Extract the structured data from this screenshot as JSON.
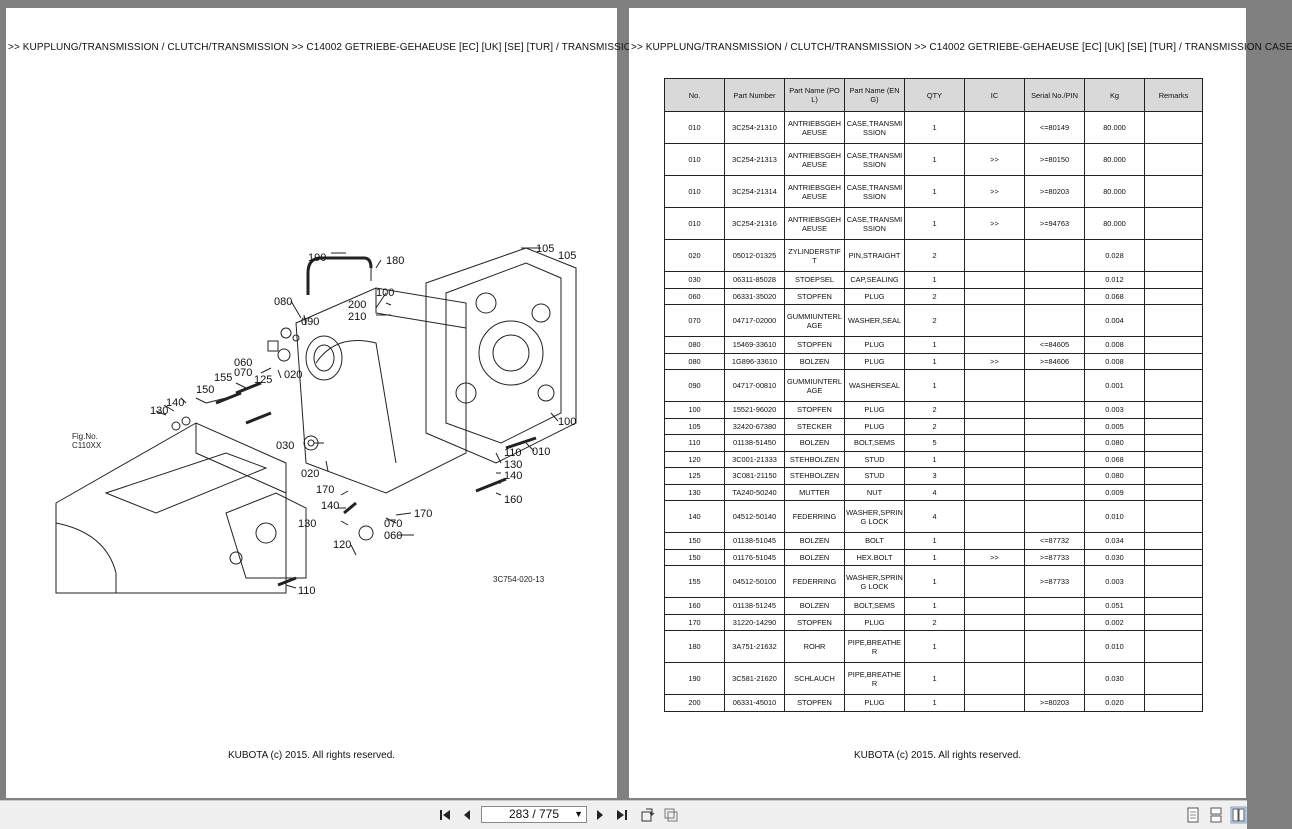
{
  "breadcrumb": ">> KUPPLUNG/TRANSMISSION / CLUTCH/TRANSMISSION >> C14002   GETRIEBE-GEHAEUSE [EC] [UK] [SE] [TUR] / TRANSMISSION CASE",
  "footer": "KUBOTA (c) 2015. All rights reserved.",
  "figure": {
    "fig_label": "Fig.No.",
    "fig_code": "C110XX",
    "drawing_code": "3C754-020-13",
    "callouts": [
      "190",
      "180",
      "105",
      "105",
      "080",
      "100",
      "200",
      "210",
      "090",
      "060",
      "070",
      "155",
      "125",
      "020",
      "150",
      "140",
      "130",
      "030",
      "020",
      "170",
      "140",
      "130",
      "120",
      "170",
      "070",
      "060",
      "110",
      "130",
      "140",
      "160",
      "010",
      "100",
      "110"
    ]
  },
  "table": {
    "headers": [
      "No.",
      "Part Number",
      "Part Name (POL)",
      "Part Name (ENG)",
      "QTY",
      "IC",
      "Serial No./PIN",
      "Kg",
      "Remarks"
    ],
    "rows": [
      {
        "no": "010",
        "part": "3C254-21310",
        "pol": "ANTRIEBSGEHAEUSE",
        "eng": "CASE,TRANSMISSION",
        "qty": "1",
        "ic": "",
        "serial": "<=80149",
        "kg": "80.000",
        "remarks": "",
        "tall": true
      },
      {
        "no": "010",
        "part": "3C254-21313",
        "pol": "ANTRIEBSGEHAEUSE",
        "eng": "CASE,TRANSMISSION",
        "qty": "1",
        "ic": ">>",
        "serial": ">=80150",
        "kg": "80.000",
        "remarks": "",
        "tall": true
      },
      {
        "no": "010",
        "part": "3C254-21314",
        "pol": "ANTRIEBSGEHAEUSE",
        "eng": "CASE,TRANSMISSION",
        "qty": "1",
        "ic": ">>",
        "serial": ">=80203",
        "kg": "80.000",
        "remarks": "",
        "tall": true
      },
      {
        "no": "010",
        "part": "3C254-21316",
        "pol": "ANTRIEBSGEHAEUSE",
        "eng": "CASE,TRANSMISSION",
        "qty": "1",
        "ic": ">>",
        "serial": ">=94763",
        "kg": "80.000",
        "remarks": "",
        "tall": true
      },
      {
        "no": "020",
        "part": "05012-01325",
        "pol": "ZYLINDERSTIFT",
        "eng": "PIN,STRAIGHT",
        "qty": "2",
        "ic": "",
        "serial": "",
        "kg": "0.028",
        "remarks": "",
        "tall": true
      },
      {
        "no": "030",
        "part": "06311-85028",
        "pol": "STOEPSEL",
        "eng": "CAP,SEALING",
        "qty": "1",
        "ic": "",
        "serial": "",
        "kg": "0.012",
        "remarks": "",
        "tall": false
      },
      {
        "no": "060",
        "part": "06331-35020",
        "pol": "STOPFEN",
        "eng": "PLUG",
        "qty": "2",
        "ic": "",
        "serial": "",
        "kg": "0.068",
        "remarks": "",
        "tall": false
      },
      {
        "no": "070",
        "part": "04717-02000",
        "pol": "GUMMIUNTERLAGE",
        "eng": "WASHER,SEAL",
        "qty": "2",
        "ic": "",
        "serial": "",
        "kg": "0.004",
        "remarks": "",
        "tall": true
      },
      {
        "no": "080",
        "part": "15469-33610",
        "pol": "STOPFEN",
        "eng": "PLUG",
        "qty": "1",
        "ic": "",
        "serial": "<=84605",
        "kg": "0.008",
        "remarks": "",
        "tall": false
      },
      {
        "no": "080",
        "part": "1G896-33610",
        "pol": "BOLZEN",
        "eng": "PLUG",
        "qty": "1",
        "ic": ">>",
        "serial": ">=84606",
        "kg": "0.008",
        "remarks": "",
        "tall": false
      },
      {
        "no": "090",
        "part": "04717-00810",
        "pol": "GUMMIUNTERLAGE",
        "eng": "WASHERSEAL",
        "qty": "1",
        "ic": "",
        "serial": "",
        "kg": "0.001",
        "remarks": "",
        "tall": true
      },
      {
        "no": "100",
        "part": "15521-96020",
        "pol": "STOPFEN",
        "eng": "PLUG",
        "qty": "2",
        "ic": "",
        "serial": "",
        "kg": "0.003",
        "remarks": "",
        "tall": false
      },
      {
        "no": "105",
        "part": "32420-67380",
        "pol": "STECKER",
        "eng": "PLUG",
        "qty": "2",
        "ic": "",
        "serial": "",
        "kg": "0.005",
        "remarks": "",
        "tall": false
      },
      {
        "no": "110",
        "part": "01138-51450",
        "pol": "BOLZEN",
        "eng": "BOLT,SEMS",
        "qty": "5",
        "ic": "",
        "serial": "",
        "kg": "0.080",
        "remarks": "",
        "tall": false
      },
      {
        "no": "120",
        "part": "3C001-21333",
        "pol": "STEHBOLZEN",
        "eng": "STUD",
        "qty": "1",
        "ic": "",
        "serial": "",
        "kg": "0.068",
        "remarks": "",
        "tall": false
      },
      {
        "no": "125",
        "part": "3C081-21150",
        "pol": "STEHBOLZEN",
        "eng": "STUD",
        "qty": "3",
        "ic": "",
        "serial": "",
        "kg": "0.080",
        "remarks": "",
        "tall": false
      },
      {
        "no": "130",
        "part": "TA240-50240",
        "pol": "MUTTER",
        "eng": "NUT",
        "qty": "4",
        "ic": "",
        "serial": "",
        "kg": "0.009",
        "remarks": "",
        "tall": false
      },
      {
        "no": "140",
        "part": "04512-50140",
        "pol": "FEDERRING",
        "eng": "WASHER,SPRING LOCK",
        "qty": "4",
        "ic": "",
        "serial": "",
        "kg": "0.010",
        "remarks": "",
        "tall": true
      },
      {
        "no": "150",
        "part": "01138-51045",
        "pol": "BOLZEN",
        "eng": "BOLT",
        "qty": "1",
        "ic": "",
        "serial": "<=87732",
        "kg": "0.034",
        "remarks": "",
        "tall": false
      },
      {
        "no": "150",
        "part": "01176-51045",
        "pol": "BOLZEN",
        "eng": "HEX.BOLT",
        "qty": "1",
        "ic": ">>",
        "serial": ">=87733",
        "kg": "0.030",
        "remarks": "",
        "tall": false
      },
      {
        "no": "155",
        "part": "04512-50100",
        "pol": "FEDERRING",
        "eng": "WASHER,SPRING LOCK",
        "qty": "1",
        "ic": "",
        "serial": ">=87733",
        "kg": "0.003",
        "remarks": "",
        "tall": true
      },
      {
        "no": "160",
        "part": "01138-51245",
        "pol": "BOLZEN",
        "eng": "BOLT,SEMS",
        "qty": "1",
        "ic": "",
        "serial": "",
        "kg": "0.051",
        "remarks": "",
        "tall": false
      },
      {
        "no": "170",
        "part": "31220-14290",
        "pol": "STOPFEN",
        "eng": "PLUG",
        "qty": "2",
        "ic": "",
        "serial": "",
        "kg": "0.002",
        "remarks": "",
        "tall": false
      },
      {
        "no": "180",
        "part": "3A751-21632",
        "pol": "ROHR",
        "eng": "PIPE,BREATHER",
        "qty": "1",
        "ic": "",
        "serial": "",
        "kg": "0.010",
        "remarks": "",
        "tall": true
      },
      {
        "no": "190",
        "part": "3C581-21620",
        "pol": "SCHLAUCH",
        "eng": "PIPE,BREATHER",
        "qty": "1",
        "ic": "",
        "serial": "",
        "kg": "0.030",
        "remarks": "",
        "tall": true
      },
      {
        "no": "200",
        "part": "06331-45010",
        "pol": "STOPFEN",
        "eng": "PLUG",
        "qty": "1",
        "ic": "",
        "serial": ">=80203",
        "kg": "0.020",
        "remarks": "",
        "tall": false
      }
    ]
  },
  "toolbar": {
    "page_indicator": "283 / 775",
    "icons": [
      "first-page-icon",
      "prev-page-icon",
      "next-page-icon",
      "last-page-icon",
      "rotate-icon",
      "fit-icon",
      "single-page-view-icon",
      "continuous-view-icon",
      "two-page-view-icon"
    ]
  }
}
